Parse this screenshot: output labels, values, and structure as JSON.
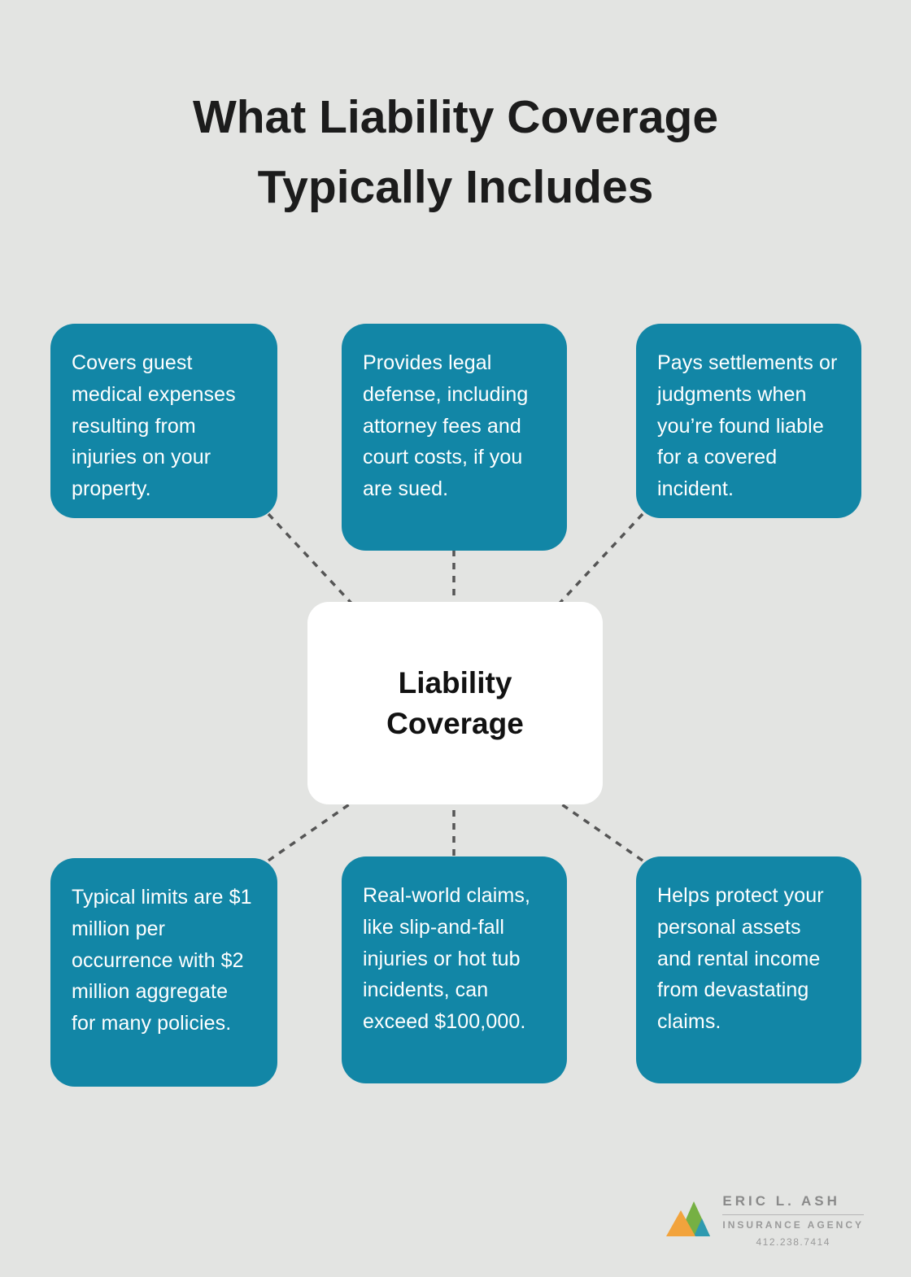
{
  "title": "What Liability Coverage Typically Includes",
  "center_node": {
    "label": "Liability Coverage"
  },
  "boxes": [
    {
      "text": "Covers guest medical expenses resulting from injuries on your property."
    },
    {
      "text": "Provides legal defense, including attorney fees and court costs, if you are sued."
    },
    {
      "text": "Pays settlements or judgments when you’re found liable for a covered incident."
    },
    {
      "text": "Typical limits are $1 million per occurrence with $2 million aggregate for many policies."
    },
    {
      "text": "Real-world claims, like slip-and-fall injuries or hot tub incidents, can exceed $100,000."
    },
    {
      "text": "Helps protect your personal assets and rental income from devastating claims."
    }
  ],
  "footer": {
    "brand": "ERIC L. ASH",
    "tagline": "INSURANCE AGENCY",
    "phone": "412.238.7414"
  },
  "colors": {
    "background": "#e3e4e2",
    "node_fill": "#1286a6",
    "node_text": "#ffffff",
    "center_fill": "#ffffff",
    "title_text": "#1c1c1c",
    "connector": "#555555",
    "logo_orange": "#f2a33c",
    "logo_green": "#76b043",
    "logo_teal": "#2e9ab0",
    "footer_text": "#8a8a8a"
  }
}
